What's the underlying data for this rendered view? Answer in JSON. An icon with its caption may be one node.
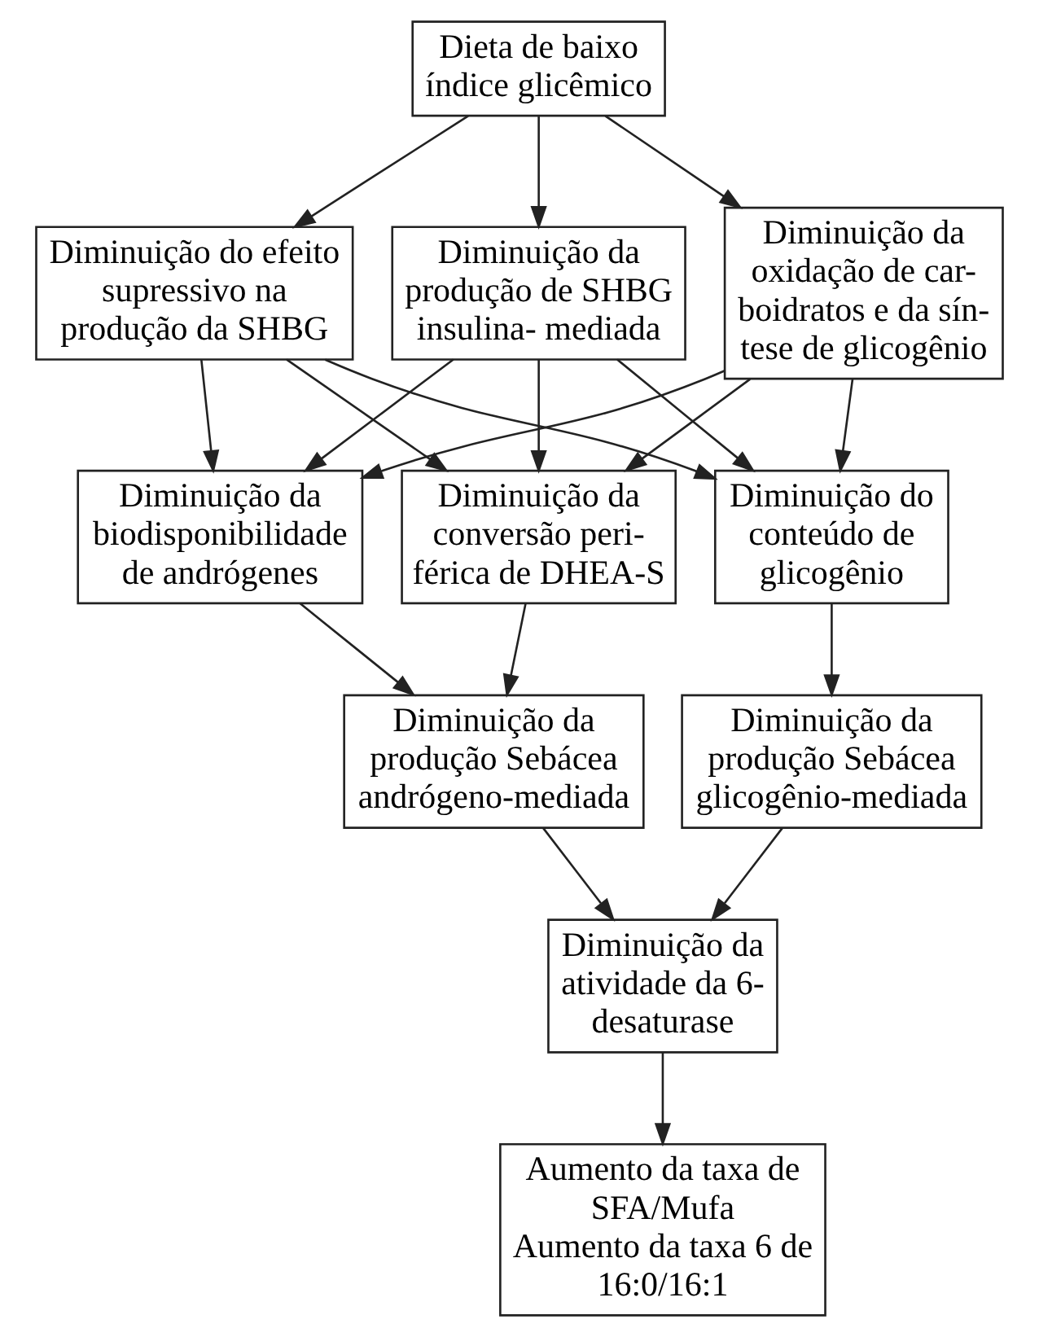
{
  "diagram": {
    "nodes": [
      {
        "text": [
          "Dieta de baixo índice glicêmico"
        ]
      },
      {
        "text": [
          "Diminuição do efeito supressivo na produção da SHBG"
        ]
      },
      {
        "text": [
          "Diminuição da produção de SHBG insulina- mediada"
        ]
      },
      {
        "text": [
          "Diminuição da oxidação de car- boidratos e da sín- tese de glicogênio"
        ]
      },
      {
        "text": [
          "Diminuição da biodisponibilidade de andrógenes"
        ]
      },
      {
        "text": [
          "Diminuição da conversão peri- férica de DHEA-S"
        ]
      },
      {
        "text": [
          "Diminuição do conteúdo de glicogênio"
        ]
      },
      {
        "text": [
          "Diminuição da produção Sebácea andrógeno-mediada"
        ]
      },
      {
        "text": [
          "Diminuição da produção Sebácea glicogênio-mediada"
        ]
      },
      {
        "text": [
          "Diminuição da atividade da 6- desaturase"
        ]
      },
      {
        "text": [
          "Aumento da taxa de SFA/Mufa",
          "Aumento da taxa 6 de 16:0/16:1"
        ]
      }
    ],
    "edges": [
      {
        "from": 0,
        "to": 1,
        "arrow": "to"
      },
      {
        "from": 0,
        "to": 2,
        "arrow": "to"
      },
      {
        "from": 0,
        "to": 3,
        "arrow": "to"
      },
      {
        "from": 1,
        "to": 4,
        "arrow": "to"
      },
      {
        "from": 1,
        "to": 5,
        "arrow": "to"
      },
      {
        "from": 1,
        "to": 6,
        "arrow": "to"
      },
      {
        "from": 2,
        "to": 4,
        "arrow": "to"
      },
      {
        "from": 2,
        "to": 5,
        "arrow": "to"
      },
      {
        "from": 2,
        "to": 6,
        "arrow": "to"
      },
      {
        "from": 3,
        "to": 4,
        "arrow": "to"
      },
      {
        "from": 3,
        "to": 5,
        "arrow": "to"
      },
      {
        "from": 3,
        "to": 6,
        "arrow": "to"
      },
      {
        "from": 4,
        "to": 7,
        "arrow": "to"
      },
      {
        "from": 5,
        "to": 7,
        "arrow": "to"
      },
      {
        "from": 6,
        "to": 8,
        "arrow": "to"
      },
      {
        "from": 7,
        "to": 9,
        "arrow": "to"
      },
      {
        "from": 8,
        "to": 9,
        "arrow": "to"
      },
      {
        "from": 9,
        "to": 10,
        "arrow": "to"
      }
    ]
  }
}
